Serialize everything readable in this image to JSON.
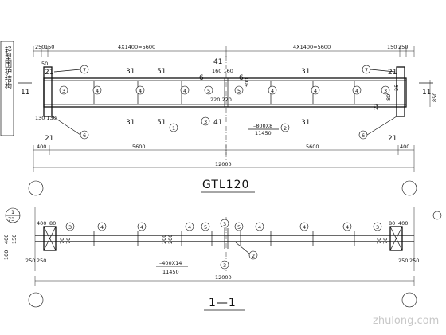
{
  "side_note": "轻型围护结构",
  "elevation": {
    "title": "GTL120",
    "top_dims": {
      "left_end": "250",
      "left_gap": "150",
      "left_span": "4X1400=5600",
      "right_span": "4X1400=5600",
      "right_gap": "150",
      "right_end": "250"
    },
    "bottom_dims": {
      "left_end": "400",
      "left_half": "5600",
      "right_half": "5600",
      "right_end": "400",
      "total": "12000"
    },
    "callouts": [
      "7",
      "3",
      "4",
      "5",
      "1",
      "6",
      "2"
    ],
    "labels": {
      "mark_31": "31",
      "mark_51": "51",
      "mark_41": "41",
      "mark_21": "21",
      "mark_6": "6",
      "mark_11": "11",
      "d_160": "160 160",
      "d_220": "220 220",
      "d_300": "300",
      "d_50": "50",
      "d_130": "130 130",
      "d_22": "22",
      "d_80": "80",
      "d_850": "850",
      "d_25": "25",
      "plate": "–800X8",
      "plate_len": "11450"
    }
  },
  "plan": {
    "title": "1—1",
    "left_dims": {
      "a": "400",
      "b": "80",
      "c": "250",
      "d": "250",
      "e": "100",
      "f": "400",
      "g": "150",
      "h": "70",
      "i": "70"
    },
    "right_dims": {
      "a": "80",
      "b": "400",
      "c": "250",
      "d": "250",
      "e": "70",
      "f": "70"
    },
    "center_dims": {
      "a": "200",
      "b": "200"
    },
    "plate": "–400X14",
    "plate_len": "11450",
    "total": "12000",
    "ref_num": "1",
    "ref_den": "73",
    "callouts": [
      "3",
      "4",
      "5",
      "2"
    ]
  },
  "watermark": "zhulong.com"
}
